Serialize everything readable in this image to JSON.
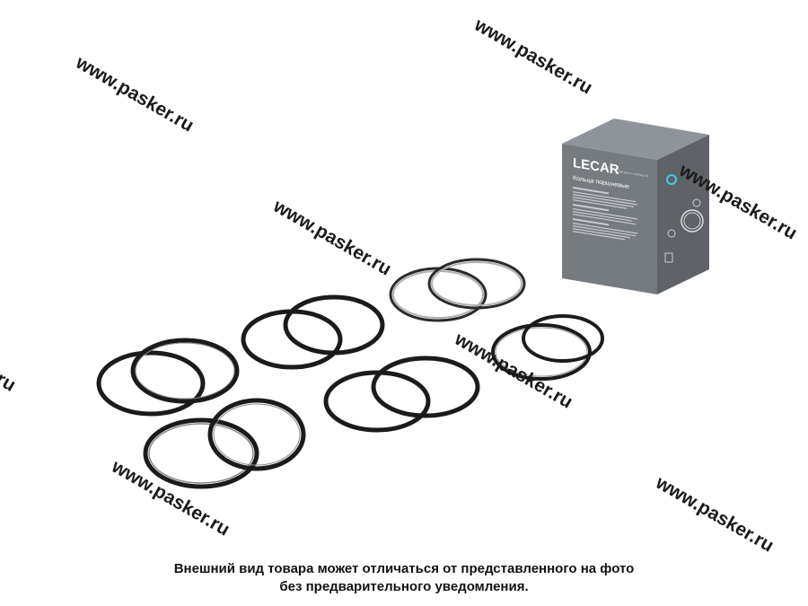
{
  "watermark": "www.pasker.ru",
  "watermark_partial": "r.ru",
  "product_box": {
    "brand": "LECAR",
    "tagline": "Детали и запчасти",
    "title": "Кольца поршневые",
    "color": "#767b80"
  },
  "caption": {
    "line1": "Внешний вид товара может отличаться от представленного на фото",
    "line2": "без предварительного уведомления."
  },
  "colors": {
    "ring": "#1b1b1b",
    "ring_highlight": "#8a8a8a",
    "watermark": "#1a1a1a",
    "background": "#ffffff"
  }
}
